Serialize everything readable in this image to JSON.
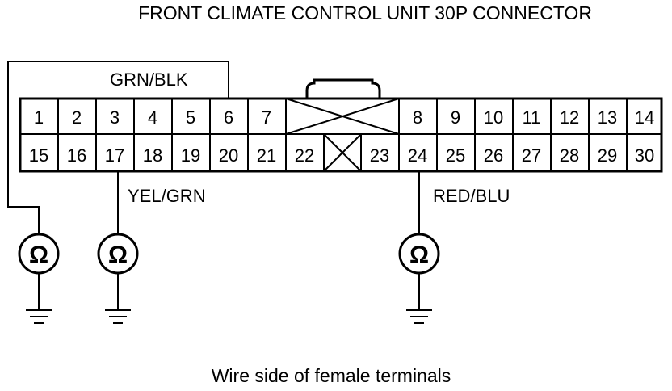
{
  "title": "FRONT CLIMATE CONTROL UNIT 30P CONNECTOR",
  "footer": "Wire side of female terminals",
  "connector": {
    "top_row_left": [
      "1",
      "2",
      "3",
      "4",
      "5",
      "6",
      "7"
    ],
    "top_row_right": [
      "8",
      "9",
      "10",
      "11",
      "12",
      "13",
      "14"
    ],
    "bottom_row_left": [
      "15",
      "16",
      "17",
      "18",
      "19",
      "20",
      "21",
      "22"
    ],
    "bottom_row_right": [
      "23",
      "24",
      "25",
      "26",
      "27",
      "28",
      "29",
      "30"
    ]
  },
  "wires": [
    {
      "label": "GRN/BLK",
      "terminal": "6"
    },
    {
      "label": "YEL/GRN",
      "terminal": "17"
    },
    {
      "label": "RED/BLU",
      "terminal": "24"
    }
  ],
  "meter_symbol": "Ω",
  "icons": [
    "ohmmeter-icon",
    "ground-icon"
  ]
}
